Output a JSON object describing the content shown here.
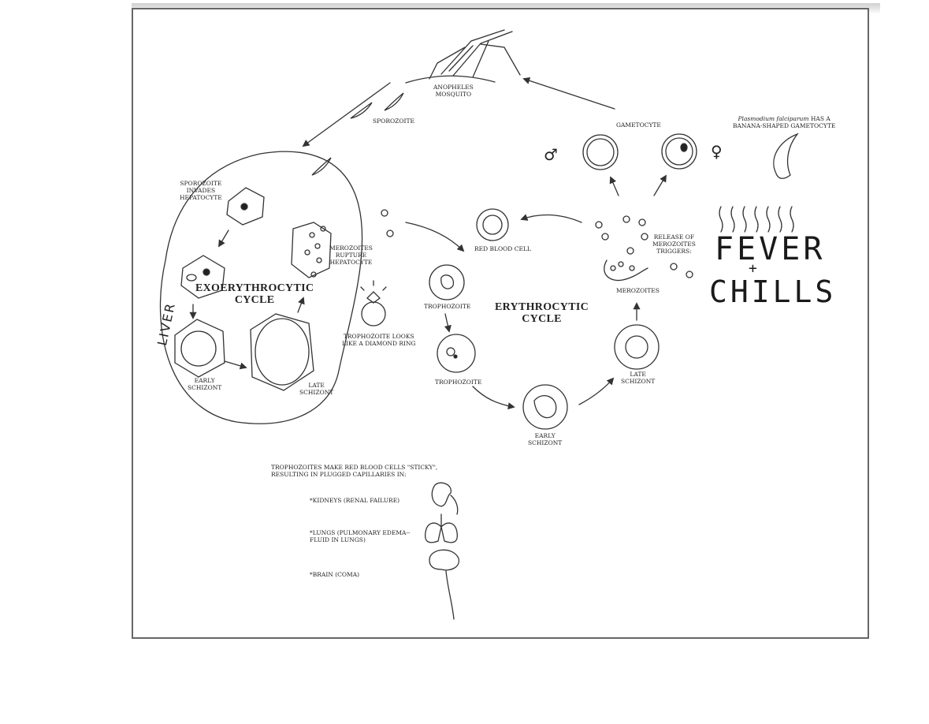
{
  "labels": {
    "mosquito": "ANOPHELES\nMOSQUITO",
    "sporozoite": "SPOROZOITE",
    "sporozoite_invades": "SPOROZOITE\nINVADES\nHEPATOCYTE",
    "exo_cycle": "EXOERYTHROCYTIC\nCYCLE",
    "liver": "LIVER",
    "early_schizont_liver": "EARLY\nSCHIZONT",
    "late_schizont_liver": "LATE\nSCHIZONT",
    "merozoites_rupture": "MEROZOITES\nRUPTURE\nHEPATOCYTE",
    "diamond_ring": "TROPHOZOITE LOOKS\nLIKE A DIAMOND RING",
    "red_blood_cell": "RED BLOOD CELL",
    "trophozoite_1": "TROPHOZOITE",
    "trophozoite_2": "TROPHOZOITE",
    "ery_cycle": "ERYTHROCYTIC\nCYCLE",
    "early_schizont_blood": "EARLY\nSCHIZONT",
    "late_schizont_blood": "LATE\nSCHIZONT",
    "merozoites": "MEROZOITES",
    "release": "RELEASE OF\nMEROZOITES\nTRIGGERS:",
    "gametocyte": "GAMETOCYTE",
    "falciparum_italic": "Plasmodium falciparum",
    "falciparum_rest": "HAS A",
    "falciparum_line2": "BANANA-SHAPED GAMETOCYTE",
    "male": "♂",
    "female": "♀",
    "fever": "FEVER",
    "plus": "+",
    "chills": "CHILLS",
    "sticky": "TROPHOZOITES MAKE RED BLOOD CELLS \"STICKY\",\nRESULTING IN PLUGGED CAPILLARIES IN:",
    "kidneys": "*KIDNEYS (RENAL FAILURE)",
    "lungs": "*LUNGS (PULMONARY EDEMA--\nFLUID IN LUNGS)",
    "brain": "*BRAIN (COMA)"
  },
  "icons": [
    "mosquito-icon",
    "kidney-icon",
    "lungs-icon",
    "brain-icon",
    "diamond-ring-icon",
    "banana-gametocyte-icon"
  ]
}
